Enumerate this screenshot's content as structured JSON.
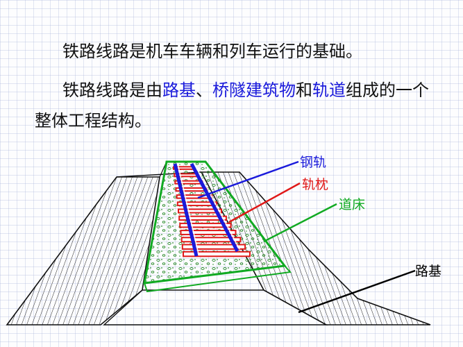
{
  "text": {
    "line1": "铁路线路是机车车辆和列车运行的基础。",
    "line2_part1": "铁路线路是由",
    "term_subgrade": "路基",
    "sep": "、",
    "term_bridges": "桥隧建筑物",
    "line2_part2": "和",
    "term_track": "轨道",
    "line2_part3": "组成的一个整体工程结构。"
  },
  "diagram": {
    "labels": {
      "rail": "钢轨",
      "sleeper": "轨枕",
      "ballast": "道床",
      "subgrade": "路基"
    },
    "colors": {
      "rail": "#1a1adb",
      "sleeper": "#e01818",
      "ballast": "#11aa22",
      "subgrade": "#000000",
      "highlight_text": "#1a1adb"
    }
  }
}
